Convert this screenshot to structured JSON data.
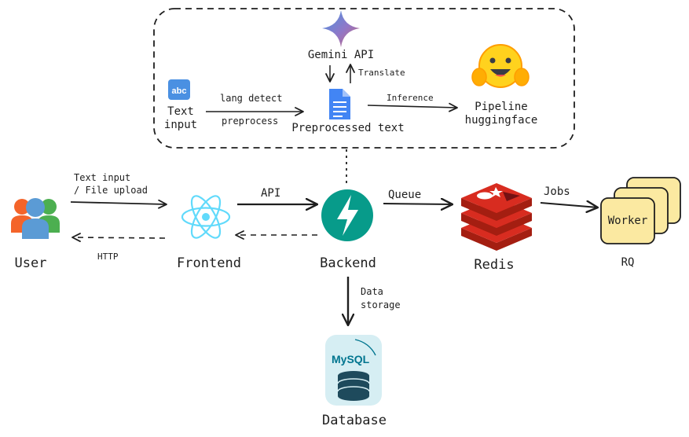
{
  "nodes": {
    "text_input": "Text\ninput",
    "gemini_api": "Gemini API",
    "preprocessed_text": "Preprocessed text",
    "pipeline": "Pipeline\nhuggingface",
    "user": "User",
    "frontend": "Frontend",
    "backend": "Backend",
    "redis": "Redis",
    "worker": "Worker",
    "rq": "RQ",
    "database": "Database",
    "mysql_logo": "MySQL",
    "abc_icon": "abc"
  },
  "edges": {
    "lang_detect": "lang detect",
    "preprocess": "preprocess",
    "translate": "Translate",
    "inference": "Inference",
    "text_file_upload": "Text input\n/ File upload",
    "http": "HTTP",
    "api": "API",
    "queue": "Queue",
    "jobs": "Jobs",
    "data_storage": "Data\nstorage"
  },
  "colors": {
    "stroke": "#1e1e1e",
    "react": "#61dafb",
    "fastapi": "#079b8a",
    "redis": "#d82c20",
    "worker_fill": "#fbe9a1",
    "db_tile": "#d6eef3",
    "db_dark": "#1e4a5c",
    "mysql_blue": "#00758f",
    "mysql_orange": "#f29111",
    "doc_blue": "#4285f4",
    "hf_yellow": "#ffd21e",
    "user_orange": "#f4642a",
    "user_green": "#4caf50",
    "user_blue": "#5b9bd5"
  }
}
